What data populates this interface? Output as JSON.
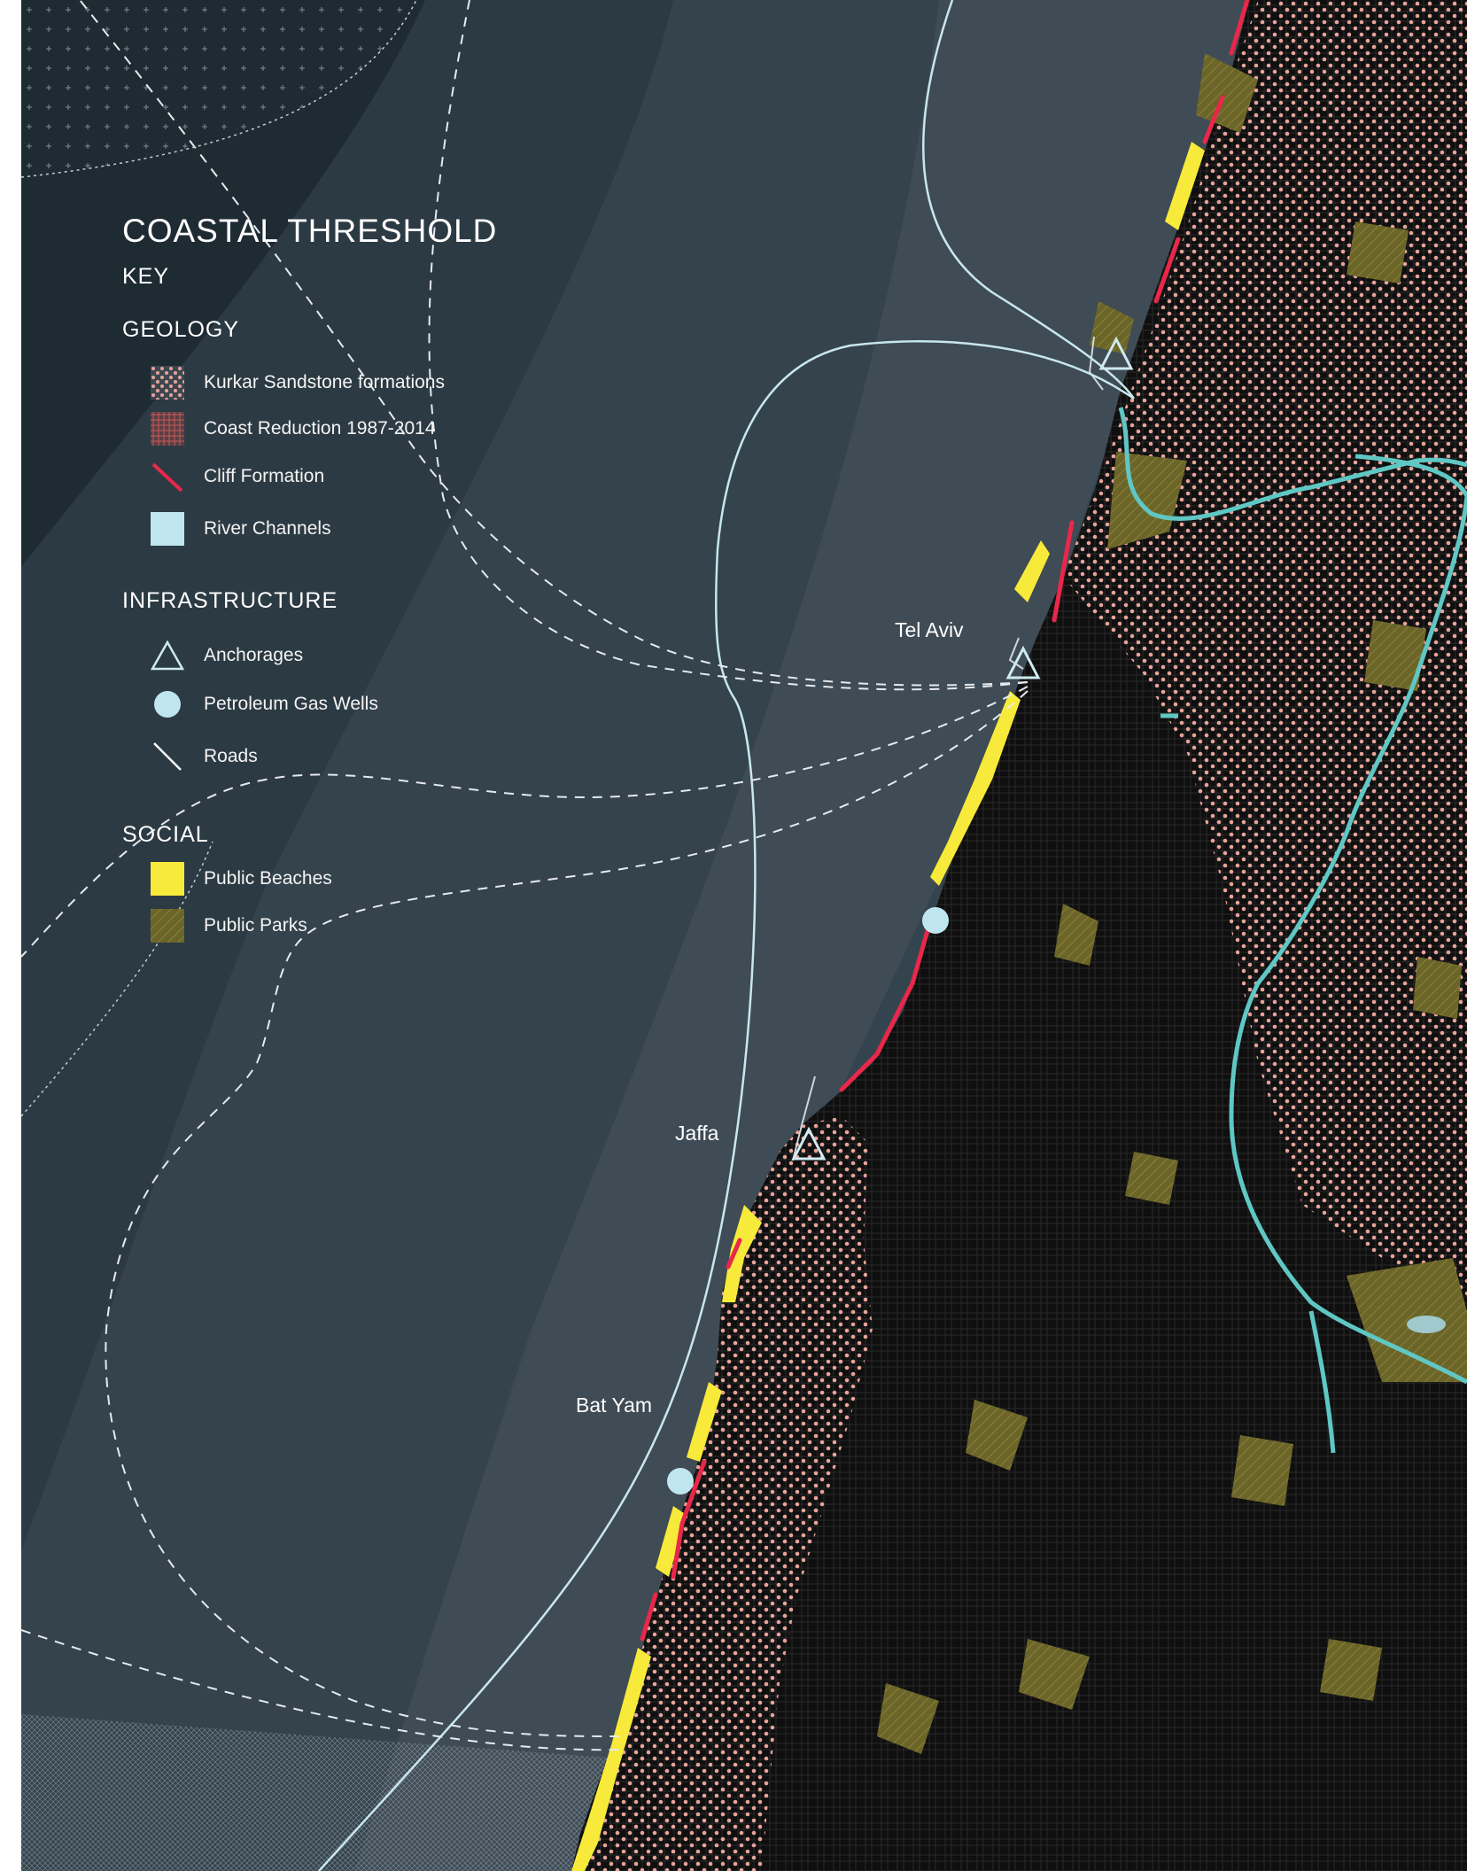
{
  "map": {
    "title": "COASTAL THRESHOLD",
    "key_label": "KEY",
    "legend": {
      "geology": {
        "heading": "GEOLOGY",
        "items": [
          {
            "label": "Kurkar Sandstone formations",
            "icon": "dotted-salmon-swatch"
          },
          {
            "label": "Coast Reduction 1987-2014",
            "icon": "hatched-red-swatch"
          },
          {
            "label": "Cliff Formation",
            "icon": "red-line"
          },
          {
            "label": "River Channels",
            "icon": "light-blue-square"
          }
        ]
      },
      "infrastructure": {
        "heading": "INFRASTRUCTURE",
        "items": [
          {
            "label": "Anchorages",
            "icon": "triangle-outline"
          },
          {
            "label": "Petroleum Gas Wells",
            "icon": "light-blue-circle"
          },
          {
            "label": "Roads",
            "icon": "white-diagonal-line"
          }
        ]
      },
      "social": {
        "heading": "SOCIAL",
        "items": [
          {
            "label": "Public Beaches",
            "icon": "yellow-square"
          },
          {
            "label": "Public Parks",
            "icon": "olive-hatched-square"
          }
        ]
      }
    },
    "places": [
      {
        "name": "Tel Aviv"
      },
      {
        "name": "Jaffa"
      },
      {
        "name": "Bat Yam"
      }
    ],
    "colors": {
      "sea_dark": "#1f2c34",
      "sea_mid": "#34444e",
      "sea_light": "#4a5660",
      "land": "#0e0e0e",
      "sandstone": "#e8a49a",
      "cliff": "#e8284a",
      "beach": "#f7ea3a",
      "park": "#6b6529",
      "river": "#5fc7c4",
      "infrastructure": "#bfe6ee"
    }
  }
}
